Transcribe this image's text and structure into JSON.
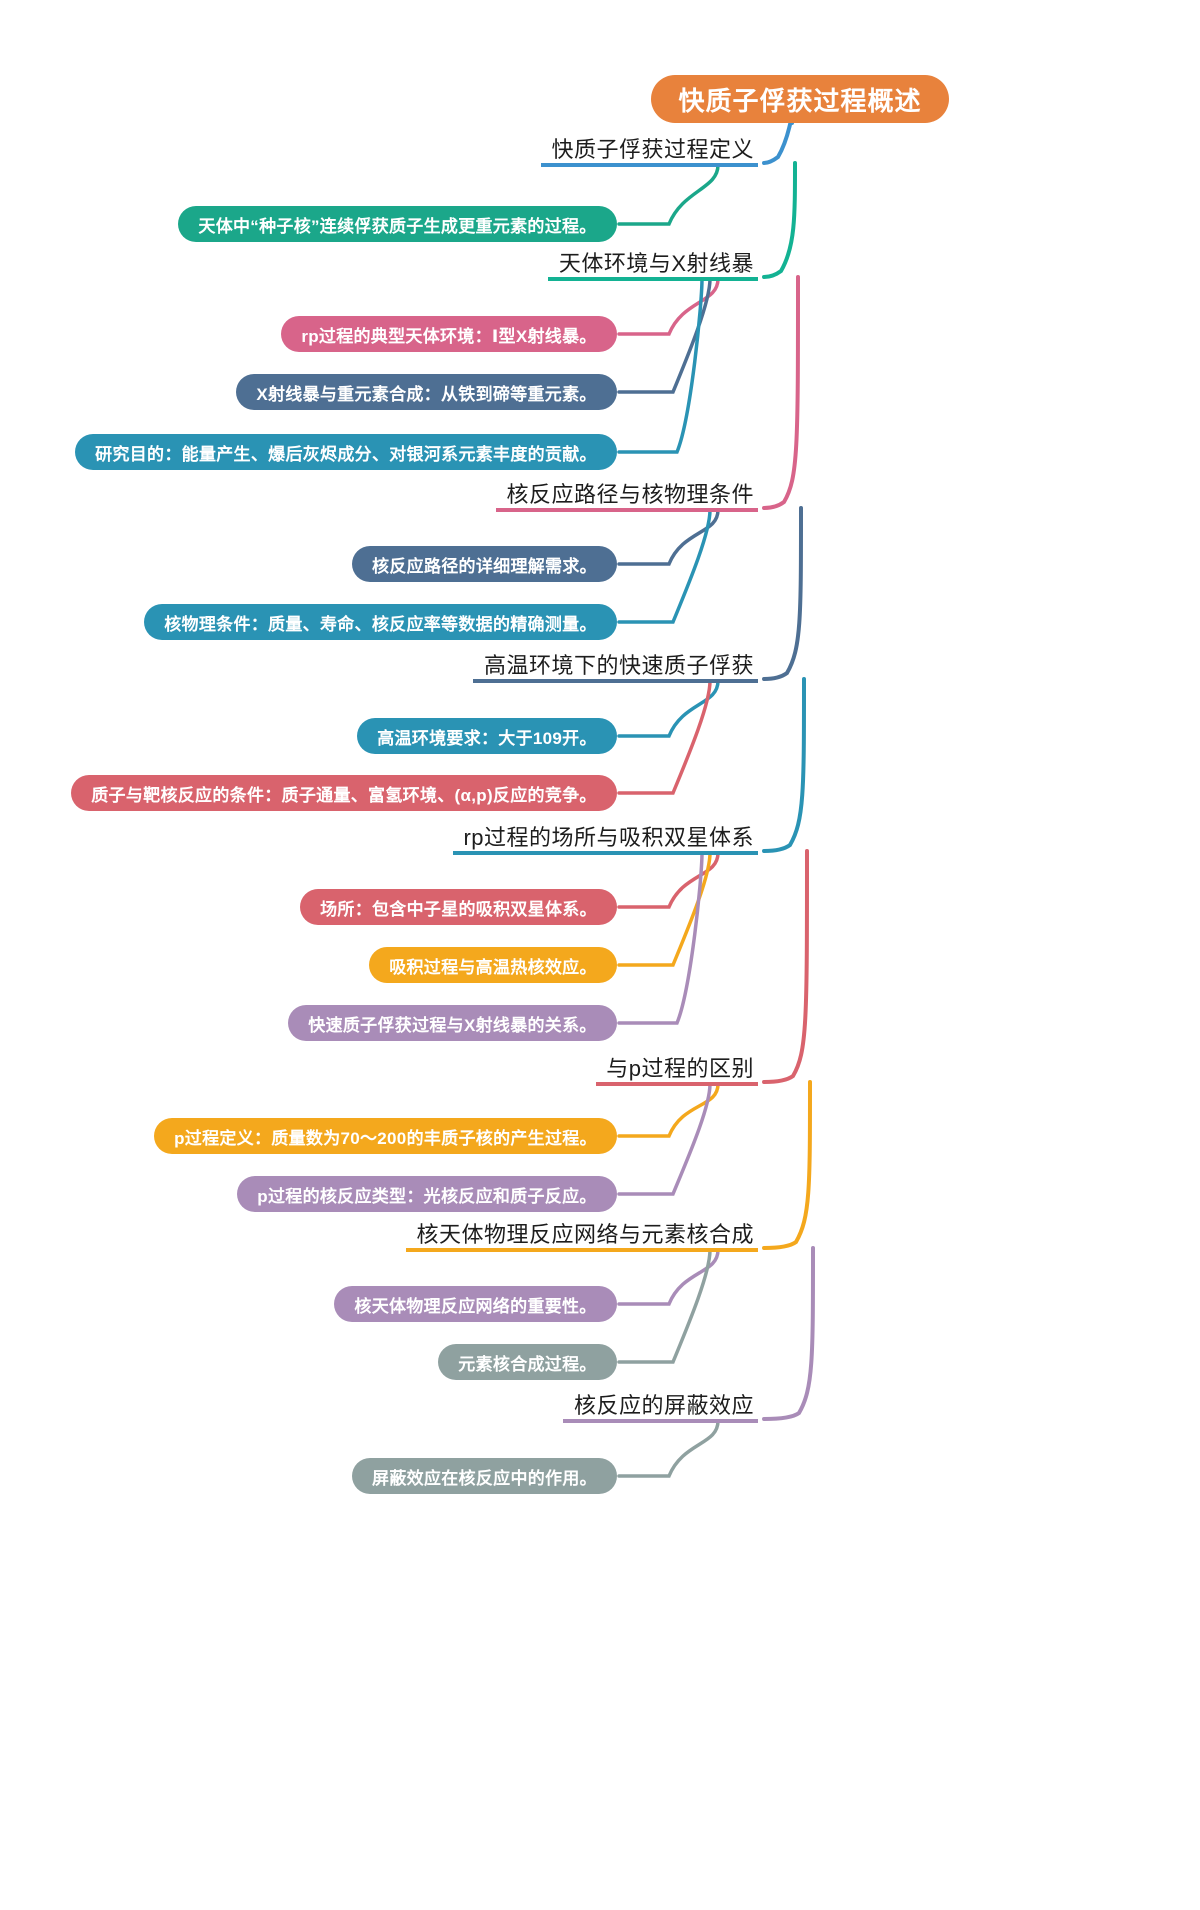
{
  "document": {
    "type": "mindmap",
    "title": "快质子俘获过程概述",
    "background_color": "#ffffff"
  },
  "root": {
    "label": "快质子俘获过程概述",
    "color": "#E8823C",
    "text_color": "#ffffff"
  },
  "branches": [
    {
      "label": "快质子俘获过程定义",
      "underline_color": "#3C91CE",
      "children": [
        {
          "label": "天体中“种子核”连续俘获质子生成更重元素的过程。",
          "color": "#1BA78A"
        }
      ]
    },
    {
      "label": "天体环境与X射线暴",
      "underline_color": "#13B293",
      "children": [
        {
          "label": "rp过程的典型天体环境：Ⅰ型X射线暴。",
          "color": "#D8648A"
        },
        {
          "label": "X射线暴与重元素合成：从铁到碲等重元素。",
          "color": "#4E6F93"
        },
        {
          "label": "研究目的：能量产生、爆后灰烬成分、对银河系元素丰度的贡献。",
          "color": "#2A93B4"
        }
      ]
    },
    {
      "label": "核反应路径与核物理条件",
      "underline_color": "#D8648A",
      "children": [
        {
          "label": "核反应路径的详细理解需求。",
          "color": "#4E6F93"
        },
        {
          "label": "核物理条件：质量、寿命、核反应率等数据的精确测量。",
          "color": "#2A93B4"
        }
      ]
    },
    {
      "label": "高温环境下的快速质子俘获",
      "underline_color": "#4E6F93",
      "children": [
        {
          "label": "高温环境要求：大于109开。",
          "color": "#2A93B4"
        },
        {
          "label": "质子与靶核反应的条件：质子通量、富氢环境、(α,p)反应的竞争。",
          "color": "#D9636D"
        }
      ]
    },
    {
      "label": "rp过程的场所与吸积双星体系",
      "underline_color": "#2A93B4",
      "children": [
        {
          "label": "场所：包含中子星的吸积双星体系。",
          "color": "#D9636D"
        },
        {
          "label": "吸积过程与高温热核效应。",
          "color": "#F4A81D"
        },
        {
          "label": "快速质子俘获过程与X射线暴的关系。",
          "color": "#A98CB8"
        }
      ]
    },
    {
      "label": "与p过程的区别",
      "underline_color": "#D9636D",
      "children": [
        {
          "label": "p过程定义：质量数为70～200的丰质子核的产生过程。",
          "color": "#F4A81D"
        },
        {
          "label": "p过程的核反应类型：光核反应和质子反应。",
          "color": "#A98CB8"
        }
      ]
    },
    {
      "label": "核天体物理反应网络与元素核合成",
      "underline_color": "#F4A81D",
      "children": [
        {
          "label": "核天体物理反应网络的重要性。",
          "color": "#A98CB8"
        },
        {
          "label": "元素核合成过程。",
          "color": "#8FA1A0"
        }
      ]
    },
    {
      "label": "核反应的屏蔽效应",
      "underline_color": "#A98CB8",
      "children": [
        {
          "label": "屏蔽效应在核反应中的作用。",
          "color": "#8FA1A0"
        }
      ]
    }
  ]
}
